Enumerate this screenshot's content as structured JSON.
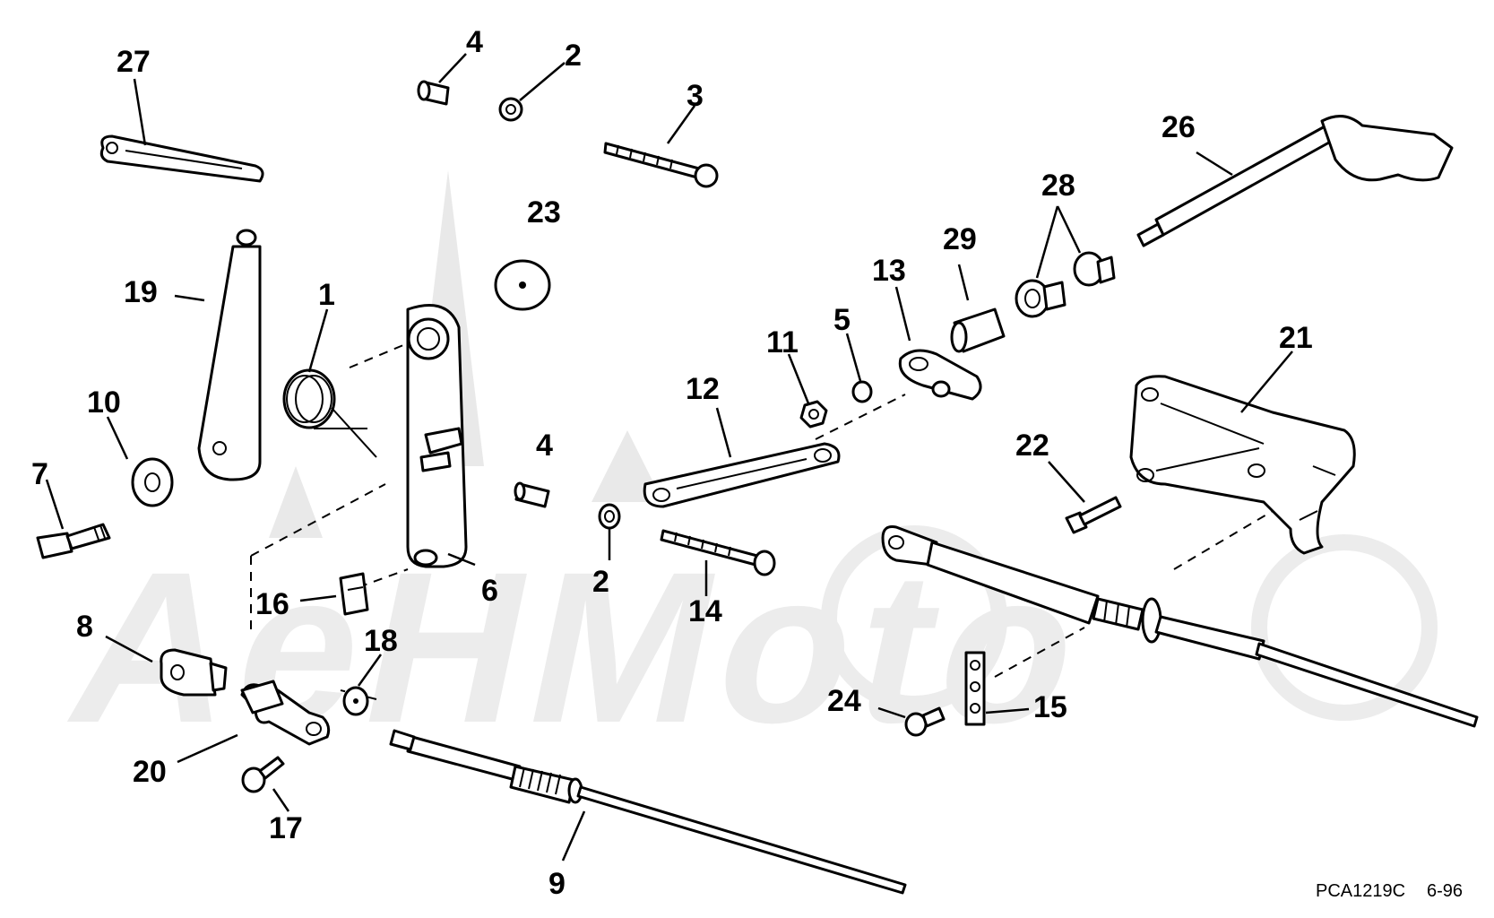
{
  "diagram": {
    "code": "PCA1219C",
    "date": "6-96",
    "watermark": "AeHMoto",
    "callouts": {
      "c1": "1",
      "c2a": "2",
      "c2b": "2",
      "c3": "3",
      "c4a": "4",
      "c4b": "4",
      "c5": "5",
      "c6": "6",
      "c7": "7",
      "c8": "8",
      "c9": "9",
      "c10": "10",
      "c11": "11",
      "c12": "12",
      "c13": "13",
      "c14": "14",
      "c15": "15",
      "c16": "16",
      "c17": "17",
      "c18": "18",
      "c19": "19",
      "c20": "20",
      "c21": "21",
      "c22": "22",
      "c23": "23",
      "c24": "24",
      "c26": "26",
      "c27": "27",
      "c28": "28",
      "c29": "29"
    }
  }
}
